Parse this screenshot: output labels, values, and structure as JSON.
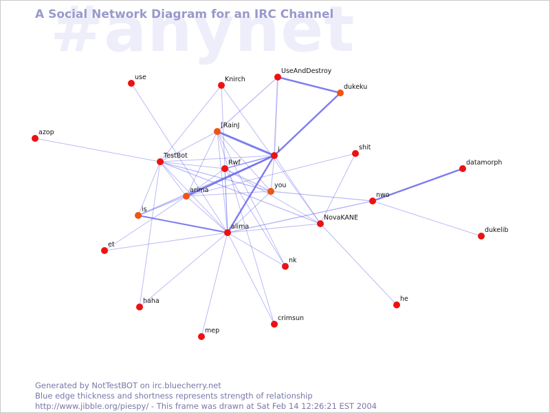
{
  "header": {
    "title": "A Social Network Diagram for an IRC Channel",
    "channel_watermark": "#anynet"
  },
  "colors": {
    "edge": "#6666ee",
    "node": "#ee1111",
    "node_alt": "#ee5511",
    "title": "#9999cc",
    "footer": "#7777aa"
  },
  "graph": {
    "nodes": [
      {
        "id": "use",
        "label": "use"
      },
      {
        "id": "knirch",
        "label": "Knirch"
      },
      {
        "id": "useanddestroy",
        "label": "UseAndDestroy"
      },
      {
        "id": "dukeku",
        "label": "dukeku"
      },
      {
        "id": "azop",
        "label": "azop"
      },
      {
        "id": "rainj",
        "label": "[RainJ"
      },
      {
        "id": "i",
        "label": "i"
      },
      {
        "id": "shit",
        "label": "shit"
      },
      {
        "id": "testbot",
        "label": "TestBot"
      },
      {
        "id": "rwf",
        "label": "Rwf"
      },
      {
        "id": "datamorph",
        "label": "datamorph"
      },
      {
        "id": "arima",
        "label": "arima"
      },
      {
        "id": "you",
        "label": "you"
      },
      {
        "id": "nwo",
        "label": "nwo"
      },
      {
        "id": "is",
        "label": "is"
      },
      {
        "id": "novakane",
        "label": "NovaKANE"
      },
      {
        "id": "alima",
        "label": "alima"
      },
      {
        "id": "dukelib",
        "label": "dukelib"
      },
      {
        "id": "et",
        "label": "et"
      },
      {
        "id": "nk",
        "label": "nk"
      },
      {
        "id": "haha",
        "label": "haha"
      },
      {
        "id": "he",
        "label": "he"
      },
      {
        "id": "crimsun",
        "label": "crimsun"
      },
      {
        "id": "mep",
        "label": "mep"
      }
    ],
    "edges": [
      [
        "rainj",
        "i",
        3
      ],
      [
        "useanddestroy",
        "dukeku",
        2.5
      ],
      [
        "i",
        "dukeku",
        2.5
      ],
      [
        "i",
        "alima",
        2.5
      ],
      [
        "i",
        "arima",
        2.5
      ],
      [
        "nwo",
        "datamorph",
        2.5
      ],
      [
        "is",
        "alima",
        2
      ],
      [
        "i",
        "is",
        1.8
      ],
      [
        "useanddestroy",
        "i",
        1.8
      ],
      [
        "rwf",
        "i",
        1.8
      ],
      [
        "alima",
        "nwo",
        1.5
      ],
      [
        "useanddestroy",
        "rainj",
        1.3
      ],
      [
        "testbot",
        "you",
        1.3
      ],
      [
        "testbot",
        "novakane",
        1.3
      ],
      [
        "rwf",
        "you",
        1.2
      ],
      [
        "arima",
        "i",
        1.2
      ],
      [
        "you",
        "nwo",
        1.2
      ],
      [
        "use",
        "alima",
        1
      ],
      [
        "knirch",
        "novakane",
        1
      ],
      [
        "knirch",
        "testbot",
        1
      ],
      [
        "azop",
        "testbot",
        1
      ],
      [
        "rainj",
        "testbot",
        1
      ],
      [
        "rainj",
        "arima",
        1
      ],
      [
        "rainj",
        "alima",
        1
      ],
      [
        "rainj",
        "you",
        1
      ],
      [
        "rainj",
        "nk",
        1
      ],
      [
        "rainj",
        "crimsun",
        1
      ],
      [
        "i",
        "testbot",
        1
      ],
      [
        "i",
        "novakane",
        1
      ],
      [
        "i",
        "rwf",
        1
      ],
      [
        "i",
        "you",
        1
      ],
      [
        "shit",
        "arima",
        1
      ],
      [
        "shit",
        "novakane",
        1
      ],
      [
        "testbot",
        "arima",
        1
      ],
      [
        "testbot",
        "is",
        1
      ],
      [
        "testbot",
        "haha",
        1
      ],
      [
        "testbot",
        "alima",
        1
      ],
      [
        "rwf",
        "arima",
        1
      ],
      [
        "rwf",
        "alima",
        1
      ],
      [
        "rwf",
        "nk",
        1
      ],
      [
        "rwf",
        "novakane",
        1
      ],
      [
        "arima",
        "you",
        1
      ],
      [
        "arima",
        "alima",
        1
      ],
      [
        "arima",
        "is",
        1
      ],
      [
        "arima",
        "et",
        1
      ],
      [
        "you",
        "alima",
        1
      ],
      [
        "nwo",
        "dukelib",
        1
      ],
      [
        "novakane",
        "he",
        1
      ],
      [
        "alima",
        "et",
        1
      ],
      [
        "alima",
        "haha",
        1
      ],
      [
        "alima",
        "mep",
        1
      ],
      [
        "alima",
        "crimsun",
        1
      ],
      [
        "alima",
        "nk",
        1
      ],
      [
        "alima",
        "novakane",
        1
      ],
      [
        "knirch",
        "alima",
        1
      ],
      [
        "testbot",
        "rwf",
        1
      ]
    ]
  },
  "footer": {
    "line1": "Generated by NotTestBOT on irc.bluecherry.net",
    "line2": "Blue edge thickness and shortness represents strength of relationship",
    "line3": "http://www.jibble.org/piespy/ - This frame was drawn at Sat Feb 14 12:26:21 EST 2004"
  }
}
